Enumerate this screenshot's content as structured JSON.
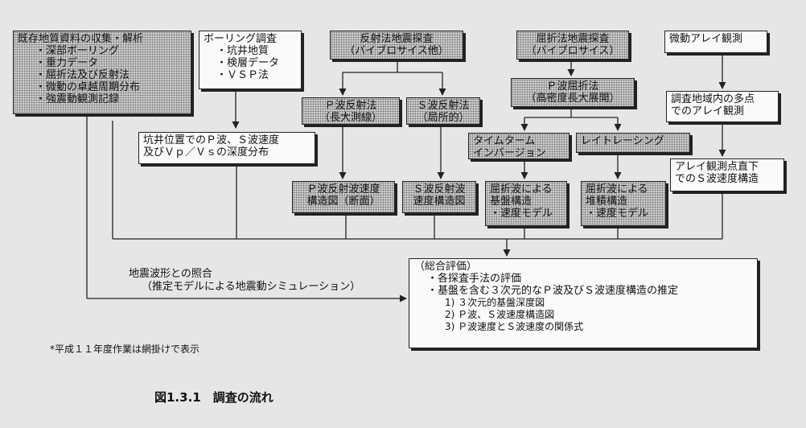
{
  "boxes": {
    "existing": {
      "heading": "既存地質資料の収集・解析",
      "items": [
        "・深部ボーリング",
        "・重力データ",
        "・屈折法及び反射法",
        "・微動の卓越周期分布",
        "・強震動観測記録"
      ]
    },
    "boring": {
      "heading": "ボーリング調査",
      "items": [
        "・坑井地質",
        "・検層データ",
        "・ＶＳＰ法"
      ]
    },
    "borehole_result": {
      "lines": [
        "坑井位置でのＰ波、Ｓ波速度",
        "及びＶｐ／Ｖｓの深度分布"
      ]
    },
    "reflection": {
      "lines": [
        "反射法地震探査",
        "（バイブロサイス他）"
      ]
    },
    "p_reflection": {
      "lines": [
        "Ｐ波反射法",
        "（長大測線）"
      ]
    },
    "s_reflection": {
      "lines": [
        "Ｓ波反射法",
        "（局所的）"
      ]
    },
    "p_reflection_result": {
      "lines": [
        "Ｐ波反射波速度",
        "構造図（断面）"
      ]
    },
    "s_reflection_result": {
      "lines": [
        "Ｓ波反射波",
        "速度構造図"
      ]
    },
    "refraction": {
      "lines": [
        "屈折法地震探査",
        "（バイブロサイス）"
      ]
    },
    "p_refraction": {
      "lines": [
        "Ｐ波屈折法",
        "（高密度長大展開）"
      ]
    },
    "timeterm": {
      "lines": [
        "タイムターム",
        "インバージョン"
      ]
    },
    "raytracing": {
      "lines": [
        "レイトレーシング"
      ]
    },
    "basement": {
      "lines": [
        "屈折波による",
        "基盤構造",
        "・速度モデル"
      ]
    },
    "sediment": {
      "lines": [
        "屈折波による",
        "堆積構造",
        "・速度モデル"
      ]
    },
    "microtremor": {
      "lines": [
        "微動アレイ観測"
      ]
    },
    "multipoint": {
      "lines": [
        "調査地域内の多点",
        "でのアレイ観測"
      ]
    },
    "s_structure": {
      "lines": [
        "アレイ観測点直下",
        "でのＳ波速度構造"
      ]
    },
    "evaluation": {
      "lines": [
        "（総合評価）",
        "・各探査手法の評価",
        "・基盤を含む３次元的なＰ波及びＳ波速度構造の推定",
        "1) ３次元的基盤深度図",
        "2) Ｐ波、Ｓ波速度構造図",
        "3) Ｐ波速度とＳ波速度の関係式"
      ]
    }
  },
  "comparison_label": [
    "地震波形との照合",
    "（推定モデルによる地震動シミュレーション）"
  ],
  "note": "*平成１１年度作業は網掛けで表示",
  "caption": "図1.3.1　調査の流れ"
}
